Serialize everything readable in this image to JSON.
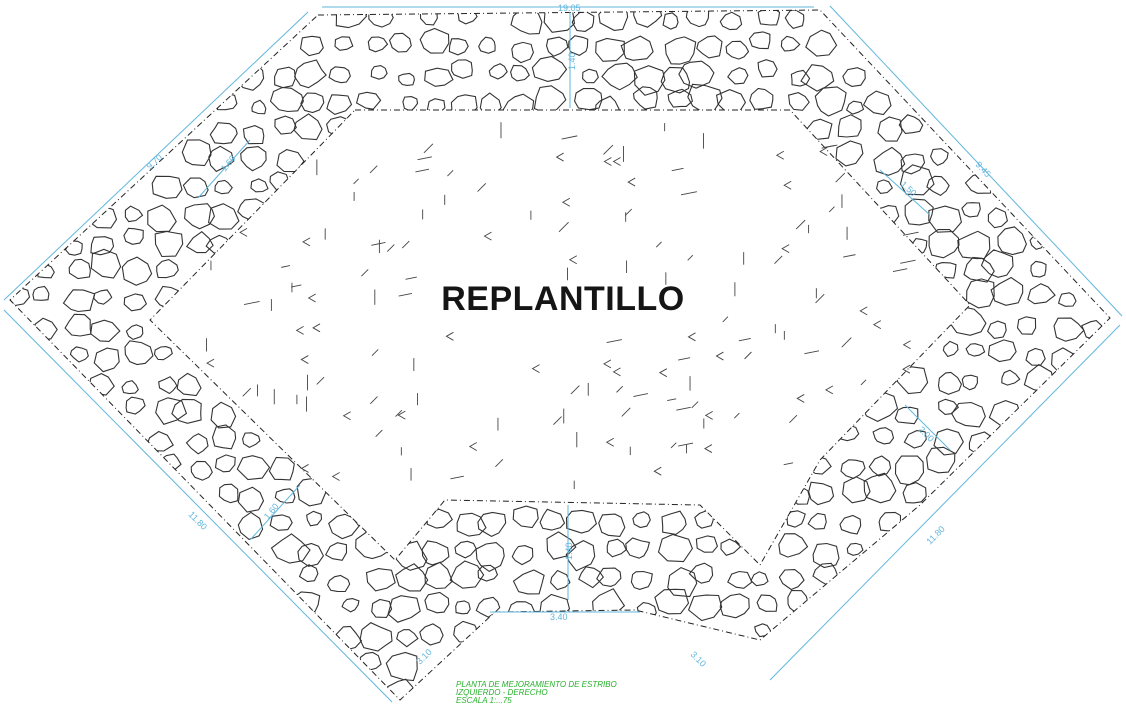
{
  "drawing": {
    "label": "REPLANTILLO",
    "caption_line1": "PLANTA DE MEJORAMIENTO DE ESTRIBO",
    "caption_line2": "IZQUIERDO - DERECHO",
    "caption_line3": "ESCALA 1:...75",
    "dimensions": {
      "top": "19.05",
      "upper_left": "9.70",
      "upper_right": "9.45",
      "lower_left": "11.80",
      "lower_right": "11.80",
      "notch": "3.40",
      "notch_left": "3.10",
      "notch_right": "3.10",
      "offset_a": "1.60",
      "offset_b": "1.50",
      "offset_c": "2.00",
      "offset_d": "1.60",
      "depth_top": "1.40",
      "depth_bottom": "1.40"
    },
    "colors": {
      "dimension": "#62b6dc",
      "caption": "#27b12c",
      "linework": "#333333"
    }
  }
}
